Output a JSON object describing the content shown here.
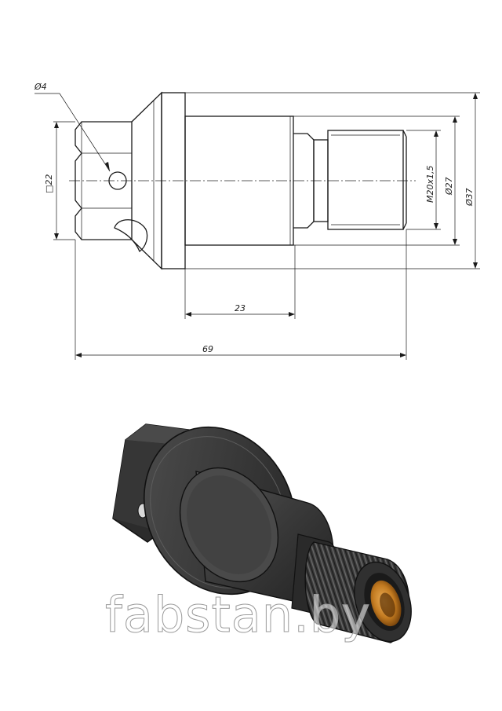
{
  "dimensions": {
    "hole_diameter": "Ø4",
    "square_size": "□22",
    "thread": "M20x1,5",
    "diameter_small": "Ø27",
    "diameter_large": "Ø37",
    "body_length": "23",
    "total_length": "69"
  },
  "watermark": "fabstan.by",
  "colors": {
    "line": "#1a1a1a",
    "metal_dark": "#2e2e2e",
    "metal_mid": "#4a4a4a",
    "bronze": "#c07a1e"
  }
}
